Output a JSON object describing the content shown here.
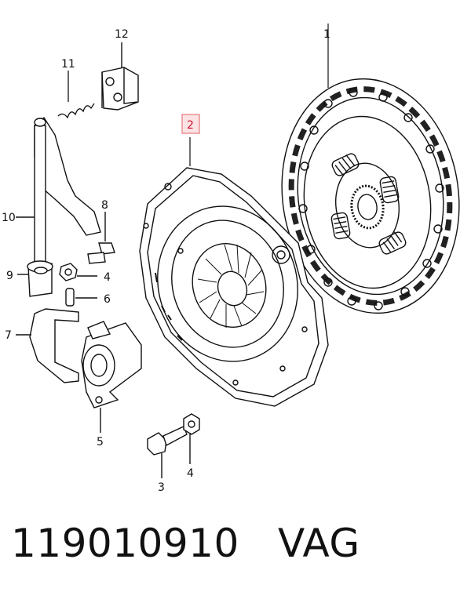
{
  "labels": {
    "l1": "1",
    "l2": "2",
    "l3": "3",
    "l4a": "4",
    "l4b": "4",
    "l5": "5",
    "l6": "6",
    "l7": "7",
    "l8": "8",
    "l9": "9",
    "l10": "10",
    "l11": "11",
    "l12": "12"
  },
  "caption": "119010910   VAG",
  "colors": {
    "highlight_box": "#e8898f",
    "highlight_fill": "#fbe3e4",
    "ink": "#111111"
  }
}
